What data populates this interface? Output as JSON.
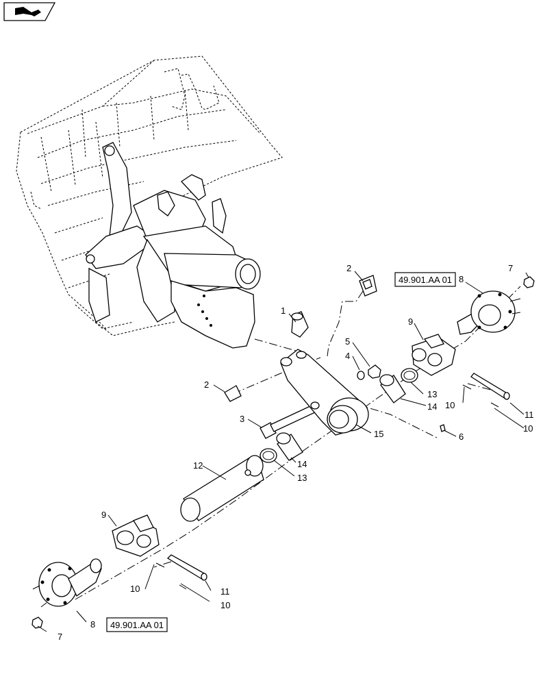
{
  "callouts": [
    {
      "id": "c-1a",
      "text": "1"
    },
    {
      "id": "c-2a",
      "text": "2"
    },
    {
      "id": "c-2b",
      "text": "2"
    },
    {
      "id": "c-3",
      "text": "3"
    },
    {
      "id": "c-4",
      "text": "4"
    },
    {
      "id": "c-5",
      "text": "5"
    },
    {
      "id": "c-6",
      "text": "6"
    },
    {
      "id": "c-7a",
      "text": "7"
    },
    {
      "id": "c-7b",
      "text": "7"
    },
    {
      "id": "c-8a",
      "text": "8"
    },
    {
      "id": "c-8b",
      "text": "8"
    },
    {
      "id": "c-9a",
      "text": "9"
    },
    {
      "id": "c-9b",
      "text": "9"
    },
    {
      "id": "c-10a",
      "text": "10"
    },
    {
      "id": "c-10b",
      "text": "10"
    },
    {
      "id": "c-10c",
      "text": "10"
    },
    {
      "id": "c-10d",
      "text": "10"
    },
    {
      "id": "c-11a",
      "text": "11"
    },
    {
      "id": "c-11b",
      "text": "11"
    },
    {
      "id": "c-12",
      "text": "12"
    },
    {
      "id": "c-13a",
      "text": "13"
    },
    {
      "id": "c-13b",
      "text": "13"
    },
    {
      "id": "c-14a",
      "text": "14"
    },
    {
      "id": "c-14b",
      "text": "14"
    },
    {
      "id": "c-15",
      "text": "15"
    }
  ],
  "refs": {
    "top": "49.901.AA 01",
    "bottom": "49.901.AA 01"
  },
  "icons": {
    "corner": "book-page-icon"
  }
}
